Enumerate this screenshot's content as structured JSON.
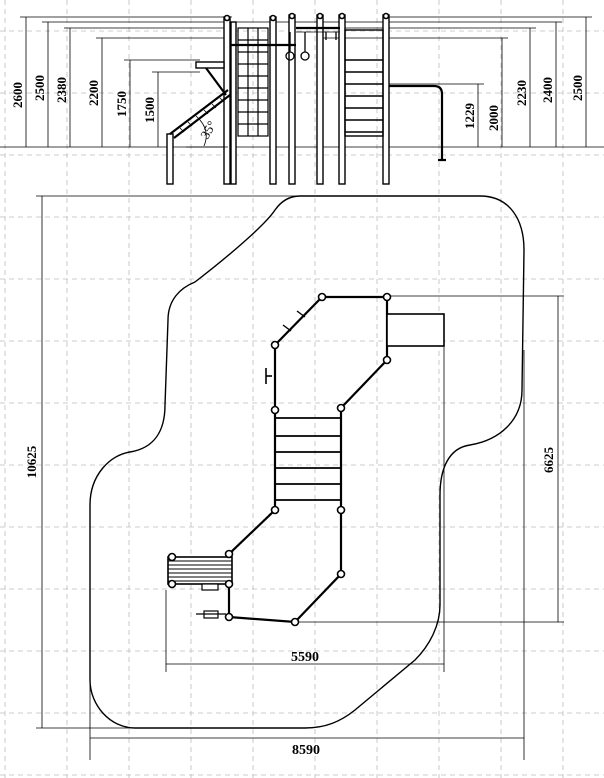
{
  "elevation": {
    "dimension_labels": [
      "2600",
      "2500",
      "2380",
      "2200",
      "1750",
      "1500",
      "1229",
      "2000",
      "2230",
      "2400",
      "2500"
    ],
    "angle_label": "35°"
  },
  "plan": {
    "dimension_labels": {
      "overall_height": "10625",
      "overall_width": "8590",
      "structure_width": "5590",
      "structure_height": "6625"
    }
  }
}
